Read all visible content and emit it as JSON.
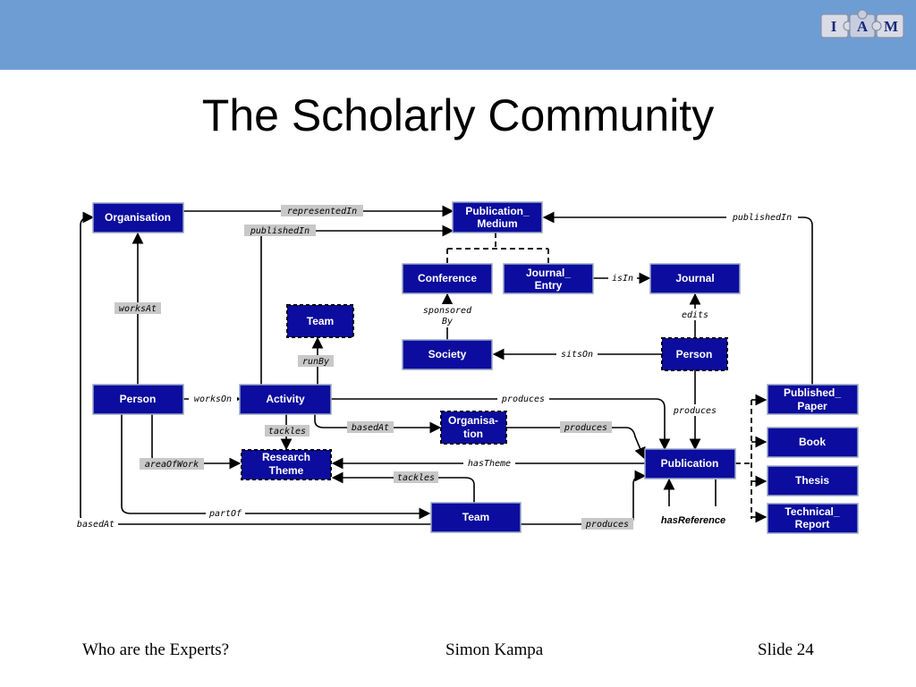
{
  "slide": {
    "title": "The Scholarly Community",
    "logo_letters": [
      "I",
      "A",
      "M"
    ],
    "footer": {
      "left": "Who are the Experts?",
      "center": "Simon Kampa",
      "right": "Slide 24"
    }
  },
  "nodes": {
    "organisation": [
      "Organisation"
    ],
    "publication_medium": [
      "Publication_",
      "Medium"
    ],
    "conference": [
      "Conference"
    ],
    "journal_entry": [
      "Journal_",
      "Entry"
    ],
    "journal": [
      "Journal"
    ],
    "team_top": [
      "Team"
    ],
    "society": [
      "Society"
    ],
    "person_right": [
      "Person"
    ],
    "person_left": [
      "Person"
    ],
    "activity": [
      "Activity"
    ],
    "organisation_mid": [
      "Organisa-",
      "tion"
    ],
    "research_theme": [
      "Research",
      "Theme"
    ],
    "publication": [
      "Publication"
    ],
    "team_bottom": [
      "Team"
    ],
    "published_paper": [
      "Published_",
      "Paper"
    ],
    "book": [
      "Book"
    ],
    "thesis": [
      "Thesis"
    ],
    "technical_report": [
      "Technical_",
      "Report"
    ]
  },
  "edge_labels": {
    "represented_in": "representedIn",
    "published_in_left": "publishedIn",
    "published_in_right": "publishedIn",
    "is_in": "isIn",
    "sponsored_by": [
      "sponsored",
      "By"
    ],
    "edits": "edits",
    "sits_on": "sitsOn",
    "works_at": "worksAt",
    "run_by": "runBy",
    "works_on": "worksOn",
    "produces_activity": "produces",
    "produces_right": "produces",
    "tackles_activity": "tackles",
    "based_at_activity": "basedAt",
    "produces_org": "produces",
    "area_of_work": "areaOfWork",
    "has_theme": "hasTheme",
    "tackles_team": "tackles",
    "part_of": "partOf",
    "based_at_left": "basedAt",
    "produces_team": "produces",
    "has_reference": "hasReference"
  }
}
